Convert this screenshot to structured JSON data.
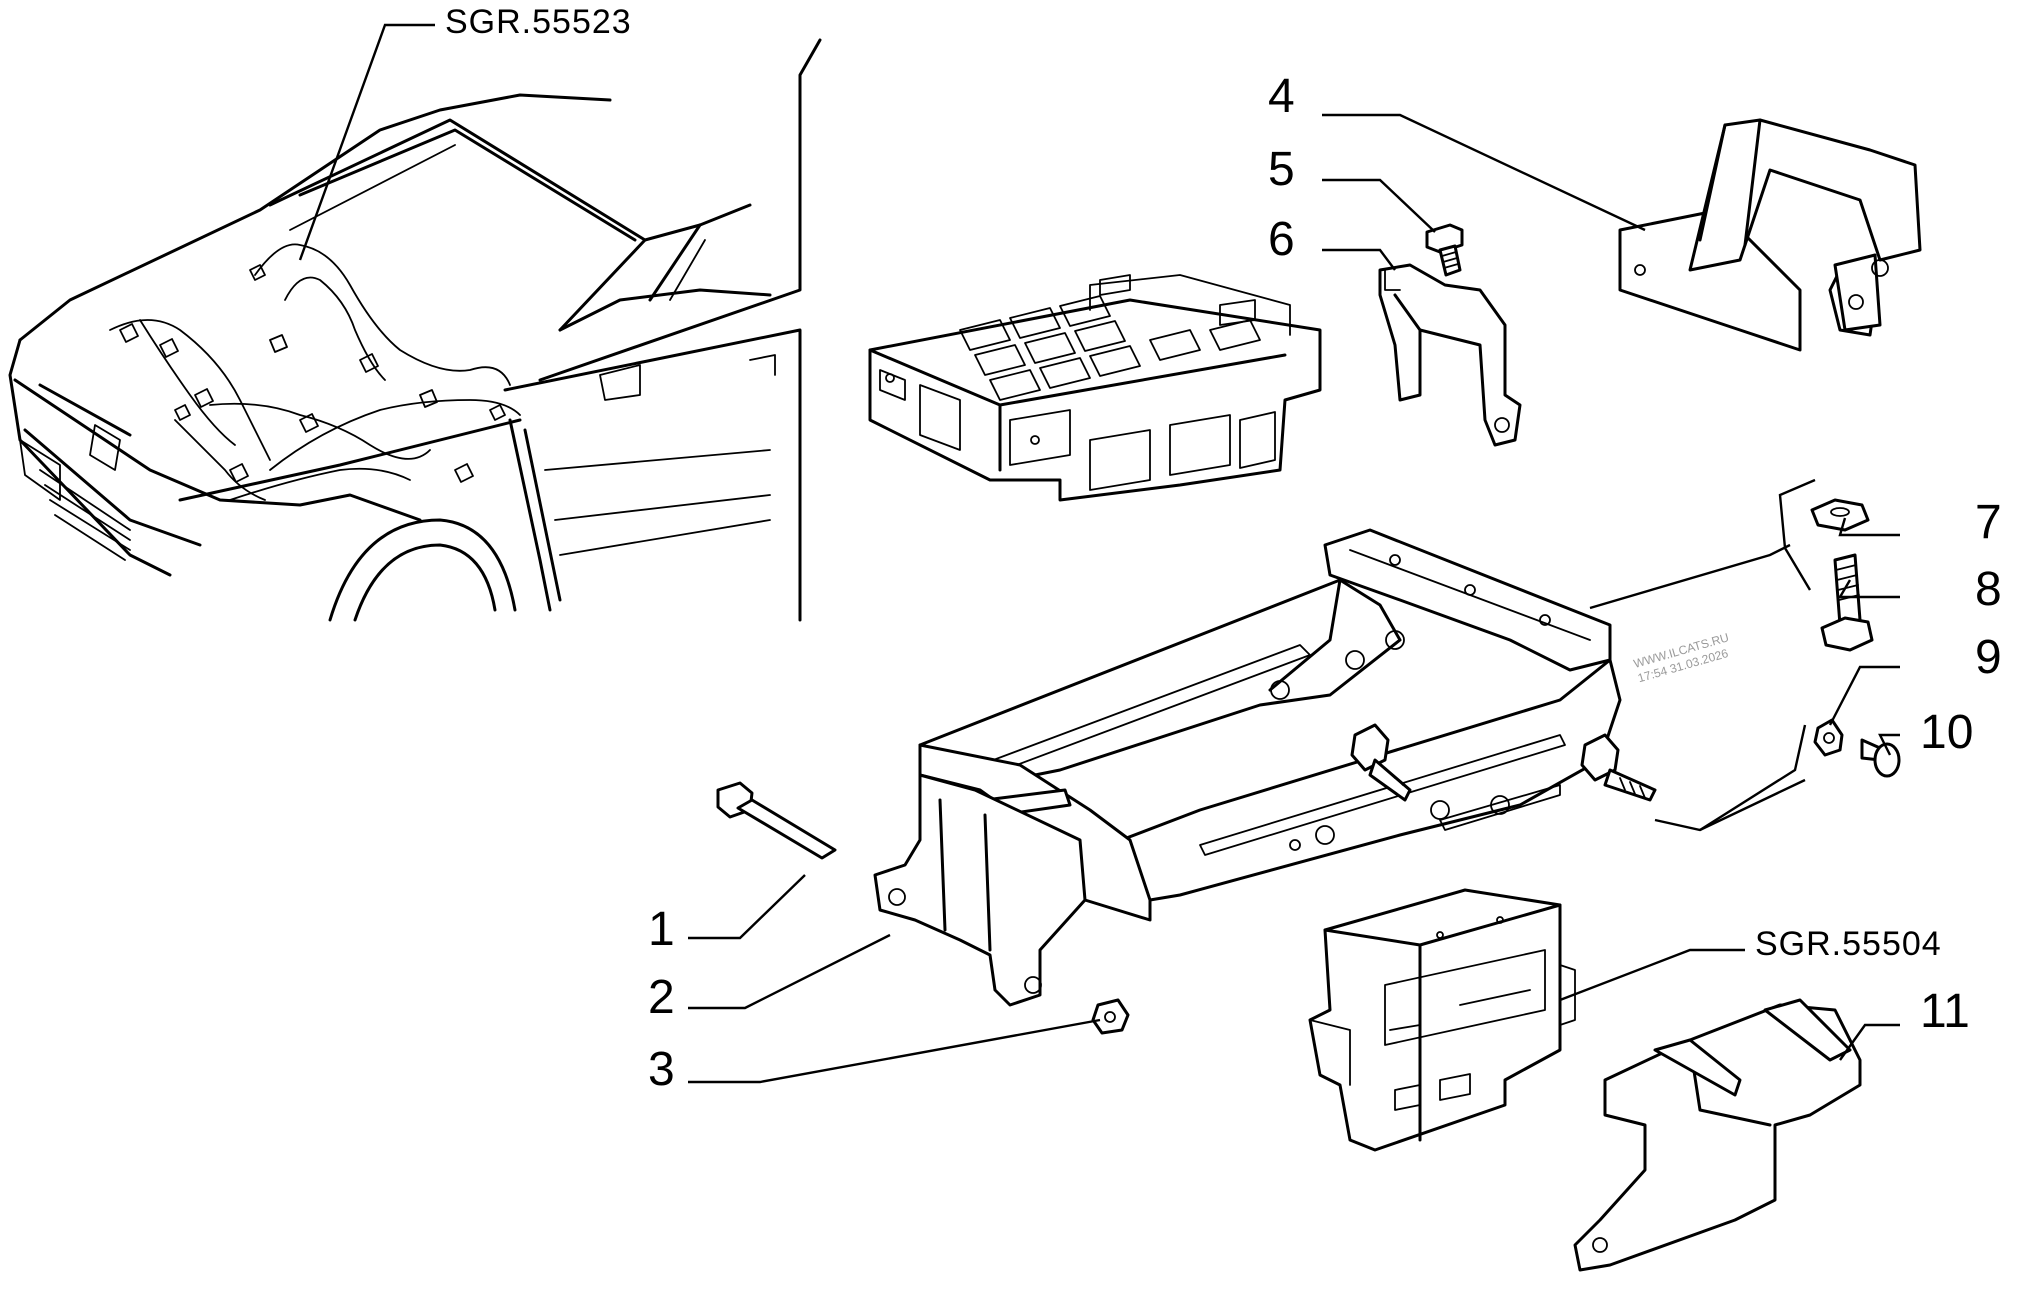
{
  "callouts": [
    "1",
    "2",
    "3",
    "4",
    "5",
    "6",
    "7",
    "8",
    "9",
    "10",
    "11"
  ],
  "references": [
    "SGR.55523",
    "SGR.55504"
  ],
  "watermark": {
    "site": "WWW.ILCATS.RU",
    "stamp": "17:54 31.03.2026"
  },
  "parts_shown": [
    "car-with-harness",
    "fuse-relay-box",
    "bracket",
    "clip",
    "screw",
    "support-frame",
    "bolt",
    "clip-nut",
    "nut",
    "stud",
    "washer",
    "plug",
    "ecu",
    "cover"
  ]
}
